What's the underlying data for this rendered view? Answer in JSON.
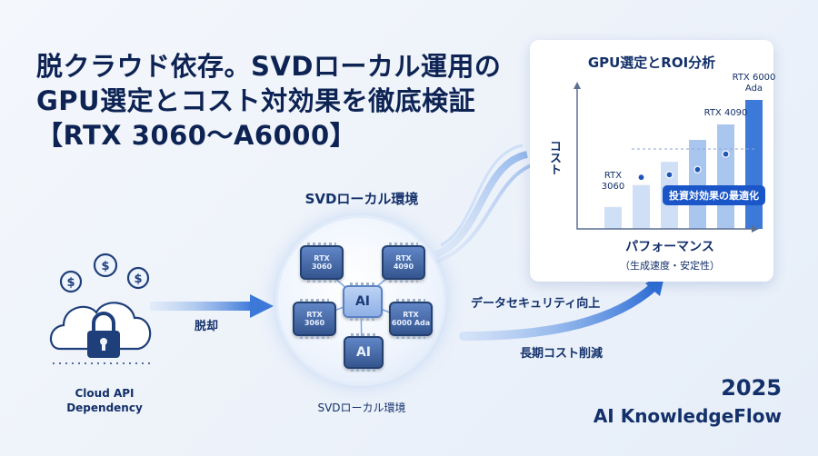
{
  "title": {
    "line1": "脱クラウド依存。SVDローカル運用の",
    "line2": "GPU選定とコスト対効果を徹底検証",
    "line3": "【RTX 3060〜A6000】"
  },
  "cloud": {
    "label_line1": "Cloud API",
    "label_line2": "Dependency",
    "icon": "cloud-lock-icon",
    "coin_symbol": "$"
  },
  "escape_label": "脱却",
  "svd": {
    "top_label": "SVDローカル環境",
    "bottom_label": "SVDローカル環境",
    "chips": [
      {
        "line1": "RTX",
        "line2": "3060"
      },
      {
        "line1": "RTX",
        "line2": "4090"
      },
      {
        "line1": "RTX",
        "line2": "3060"
      },
      {
        "line1": "RTX",
        "line2": "6000 Ada"
      },
      {
        "line1": "AI",
        "line2": ""
      },
      {
        "line1": "AI",
        "line2": ""
      }
    ]
  },
  "flow": {
    "label1": "データセキュリティ向上",
    "label2": "長期コスト削減"
  },
  "chart_data": {
    "type": "bar",
    "title": "GPU選定とROI分析",
    "xlabel": "パフォーマンス",
    "xlabel_sub": "（生成速度・安定性）",
    "ylabel": "コスト",
    "values": [
      0.17,
      0.34,
      0.52,
      0.69,
      0.81,
      1.0
    ],
    "points": [
      0.4,
      0.42,
      0.46,
      0.58
    ],
    "annotations": {
      "first": "RTX\n3060",
      "fourth": "RTX 4090",
      "last": "RTX 6000\nAda"
    },
    "badge": "投資対効果の最適化",
    "colors": {
      "bar_light": "#cfe0f6",
      "bar_mid": "#a9c7ee",
      "bar_dark": "#3d79d8",
      "point": "#1f55b8"
    }
  },
  "footer": {
    "year": "2025",
    "brand": "AI KnowledgeFlow"
  }
}
